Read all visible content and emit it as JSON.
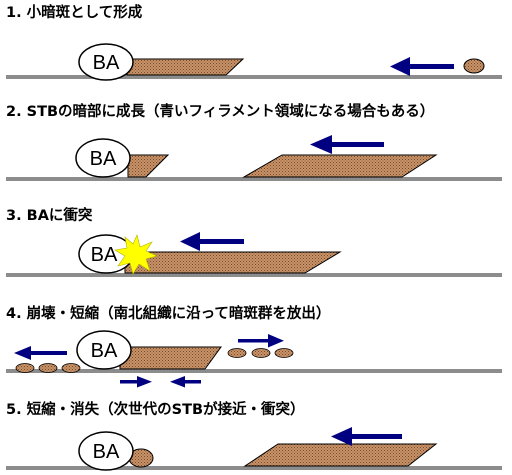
{
  "steps": [
    {
      "title": "1. 小暗斑として形成"
    },
    {
      "title": "2. STBの暗部に成長（青いフィラメント領域になる場合もある）"
    },
    {
      "title": "3. BAに衝突"
    },
    {
      "title": "4. 崩壊・短縮（南北組織に沿って暗斑群を放出）"
    },
    {
      "title": "5. 短縮・消失（次世代のSTBが接近・衝突）"
    }
  ],
  "ba_label": "BA",
  "colors": {
    "band_fill": "#c8926a",
    "band_dot": "#7a4a22",
    "arrow": "#000080",
    "line": "#8c8c8c",
    "flash": "#ffff00"
  }
}
